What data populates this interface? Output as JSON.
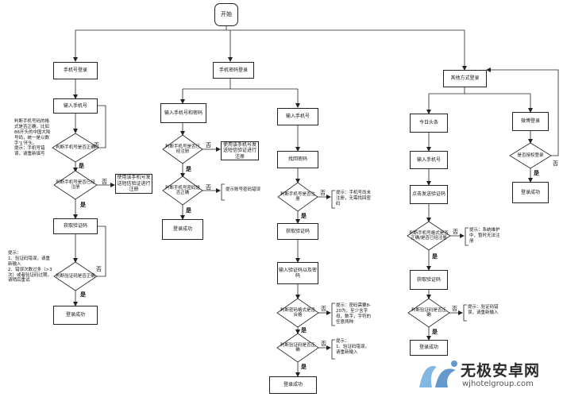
{
  "nodes": {
    "start": "开始",
    "phone_login": "手机号登录",
    "input_phone_a": "输入手机号",
    "check_format": "判断手机号是否正确",
    "check_registered_a": "判断手机号是否已经注册",
    "register_verify": "使用该手机号发送短信验证进行注册",
    "get_code_a": "获取验证码",
    "check_code_a": "判断验证码是否正确",
    "login_ok_a": "登录成功",
    "pwd_login": "手机密码登录",
    "input_phone_pwd": "输入手机号和密码",
    "check_registered_b": "判断手机号是否已经注册",
    "send_sms_register": "使用该手机号发送短信验证进行注册",
    "check_pwd_b": "判断手机号密码是否正确",
    "login_ok_b": "登录成功",
    "input_phone_c": "输入手机号",
    "retrieve_pwd": "找回密码",
    "check_registered_c": "判断手机号是否注册",
    "get_code_c": "获取验证码",
    "input_code_pwd": "输入验证码以及密码",
    "check_pwd_format": "判断密码格式是否合格",
    "check_code_c": "判断验证码是否正确",
    "login_ok_c": "登录成功",
    "other_login": "其他方式登录",
    "toutiao": "今日头条",
    "input_phone_d": "输入手机号",
    "click_send_code": "点击发送验证码",
    "check_phone_d": "判断手机号格式是否正确/是否已经注册",
    "get_code_d": "获取验证码",
    "check_code_d": "判断验证码是否正确",
    "login_ok_d": "登录成功",
    "weibo": "微博登录",
    "check_auth": "是否授权登录",
    "login_ok_e": "登录成功"
  },
  "notes": {
    "format_tip": "判断手机号码的格式是否正确，比如86开头的中国大陆号码，统一是以数字'1'开头。\n提示：手机号错误，请重新填写",
    "code_tip_a": "提示：\n1、验证码错误，请重新输入\n2、错误次数过多（>3次）或者验证码过期，请稍后重试",
    "pwd_error_tip": "提示账号密码错误",
    "unregistered_tip": "提示：手机号尚未注册，无需找回密码",
    "pwd_rule_tip": "提示：密码需要8-20为，至少含字母，数字，字符的任意两种",
    "code_tip_c": "提示：\n1、验证码错误，请重新输入",
    "maintenance_tip": "提示：系统维护中，暂时无法注册",
    "code_tip_d": "提示：验证码错误，请重新输入"
  },
  "labels": {
    "yes": "是",
    "no": "否"
  },
  "watermark": {
    "title": "无极安卓网",
    "url": "wjhotelgroup.com"
  }
}
